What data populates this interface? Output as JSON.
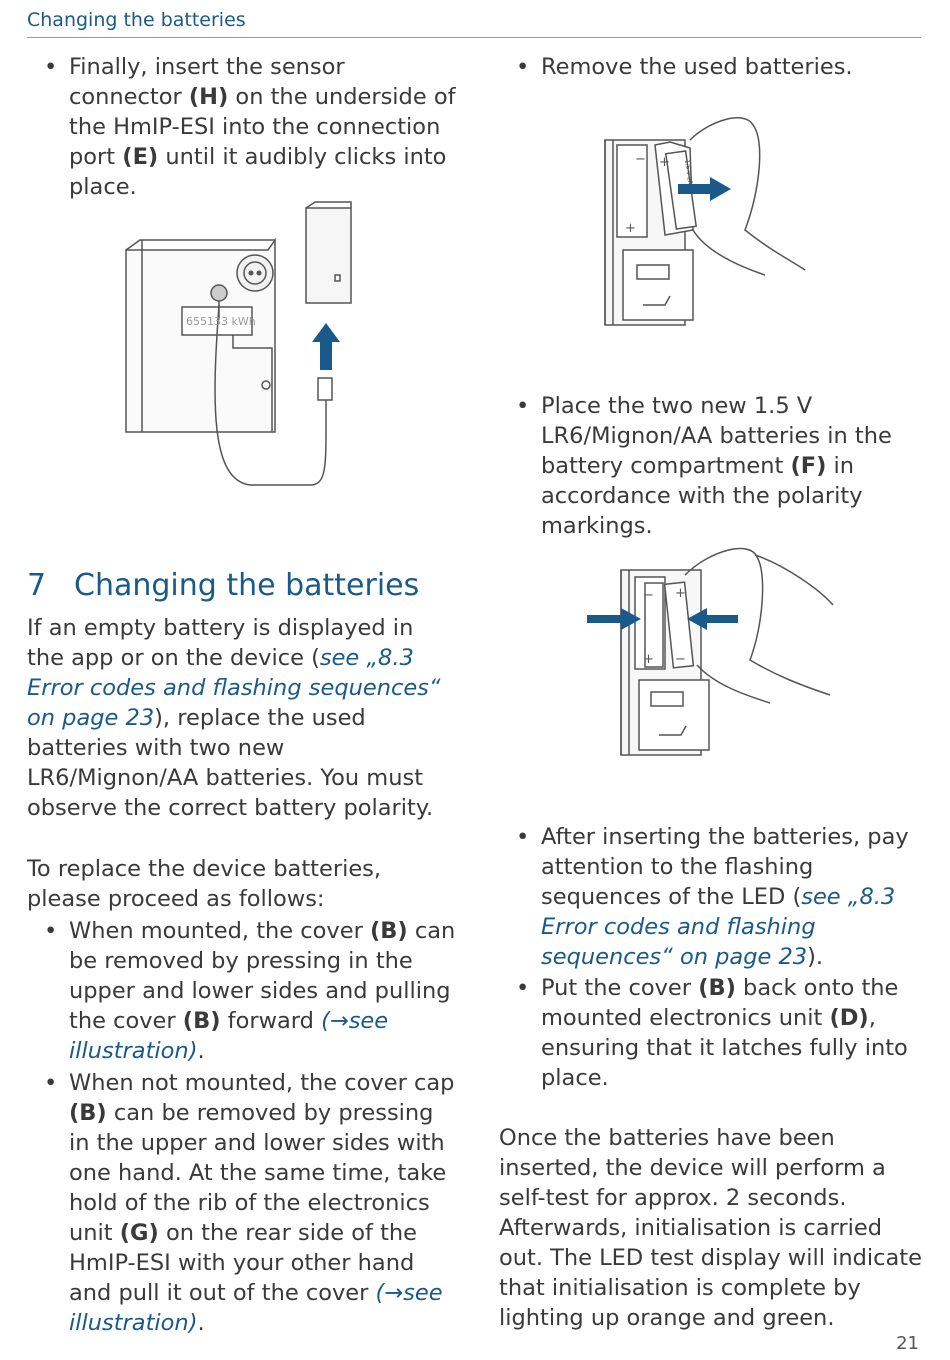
{
  "header": {
    "title": "Changing the batteries",
    "page_number": "21"
  },
  "left": {
    "bullet_sensor": [
      "Finally, insert the sensor connector ",
      "(H)",
      " on the underside of the HmIP-ESI into the connection port ",
      "(E)",
      " until it audibly clicks into place."
    ],
    "meter_reading": "655133 kWh",
    "section_number": "7",
    "section_title": "Changing the batteries",
    "intro_before_link": "If an empty battery is displayed in the app or on the device (",
    "intro_link": "see „8.3 Error codes and flashing sequences“ on page 23",
    "intro_after_link": "), replace the used batteries with two new LR6/Mignon/AA batteries. You must observe the correct battery polarity.",
    "proceed": "To replace the device batteries, please proceed as follows:",
    "bullet_mounted": [
      "When mounted, the cover ",
      "(B)",
      " can be removed by pressing in the upper and lower sides and pulling the cover ",
      "(B)",
      " forward "
    ],
    "bullet_mounted_link": "(→see illustration)",
    "bullet_unmounted": [
      "When not mounted, the cover cap ",
      "(B)",
      " can be removed by pressing in the upper and lower sides with one hand. At the same time, take hold of the rib of the electronics unit ",
      "(G)",
      " on the rear side of the HmIP-ESI with your other hand and pull it out of the cover "
    ],
    "bullet_unmounted_link": "(→see illustration)",
    "period": "."
  },
  "right": {
    "bullet_remove": "Remove the used batteries.",
    "bullet_place": [
      "Place the two new 1.5 V LR6/Mignon/AA batteries in the battery compartment ",
      "(F)",
      " in accordance with the polarity markings."
    ],
    "battery_label": "1.5 V LR6",
    "bullet_after_before": "After inserting the batteries, pay attention to the flashing sequences of the LED (",
    "bullet_after_link": "see „8.3 Error codes and flashing sequences“ on page 23",
    "bullet_after_after": ").",
    "bullet_cover": [
      "Put the cover ",
      "(B)",
      " back onto the mounted electronics unit ",
      "(D)",
      ", ensuring that it latches fully into place."
    ],
    "closing": "Once the batteries have been inserted, the device will perform a self-test for approx. 2 seconds. Afterwards, initialisation is carried out. The LED test display will indicate that initialisation is complete by lighting up orange and green."
  },
  "colors": {
    "accent": "#1a5a8a",
    "text": "#3a3a3a",
    "line": "#555555"
  }
}
